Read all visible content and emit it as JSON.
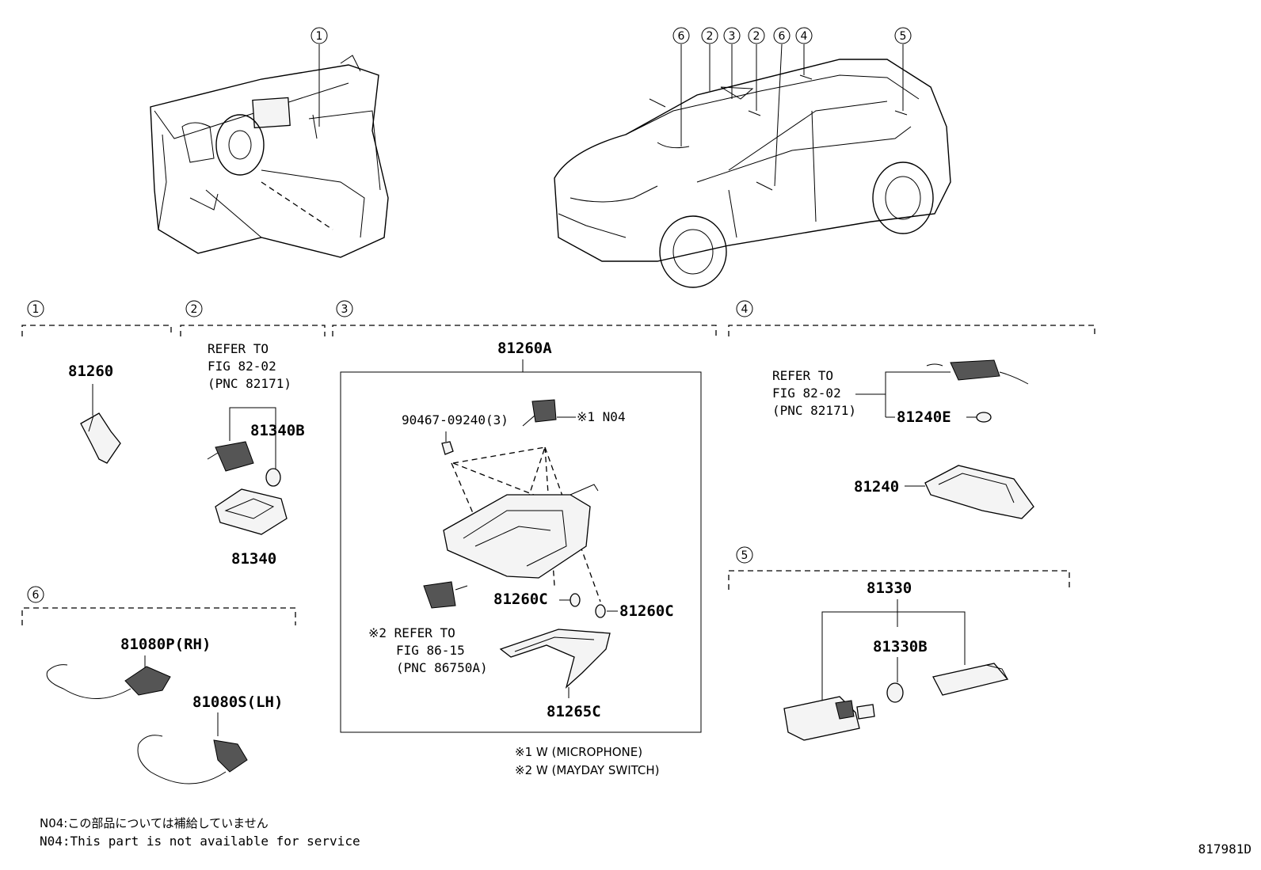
{
  "callouts": [
    "1",
    "2",
    "3",
    "4",
    "5",
    "6"
  ],
  "sections": {
    "s1": {
      "num": "1",
      "parts": {
        "p1": "81260"
      }
    },
    "s2": {
      "num": "2",
      "refer": [
        "REFER TO",
        "FIG 82-02",
        "(PNC 82171)"
      ],
      "parts": {
        "bulb": "81340B",
        "lamp": "81340"
      }
    },
    "s3": {
      "num": "3",
      "assembly": "81260A",
      "bolt": "90467-09240(3)",
      "mic": "※1 N04",
      "clip_left": "81260C",
      "clip_right": "81260C",
      "cover": "81265C",
      "switch_refer": [
        "※2 REFER TO",
        "FIG 86-15",
        "(PNC 86750A)"
      ]
    },
    "s4": {
      "num": "4",
      "refer": [
        "REFER TO",
        "FIG 82-02",
        "(PNC 82171)"
      ],
      "parts": {
        "bulb": "81240E",
        "lamp": "81240"
      }
    },
    "s5": {
      "num": "5",
      "parts": {
        "lamp": "81330",
        "bulb": "81330B"
      }
    },
    "s6": {
      "num": "6",
      "parts": {
        "rh": "81080P(RH)",
        "lh": "81080S(LH)"
      }
    }
  },
  "footnotes": {
    "note1": "※1 W (MICROPHONE)",
    "note2": "※2 W (MAYDAY SWITCH)"
  },
  "remarks": {
    "jp": "N04:この部品については補給していません",
    "en": "N04:This part is not available for service"
  },
  "figure_id": "817981D"
}
